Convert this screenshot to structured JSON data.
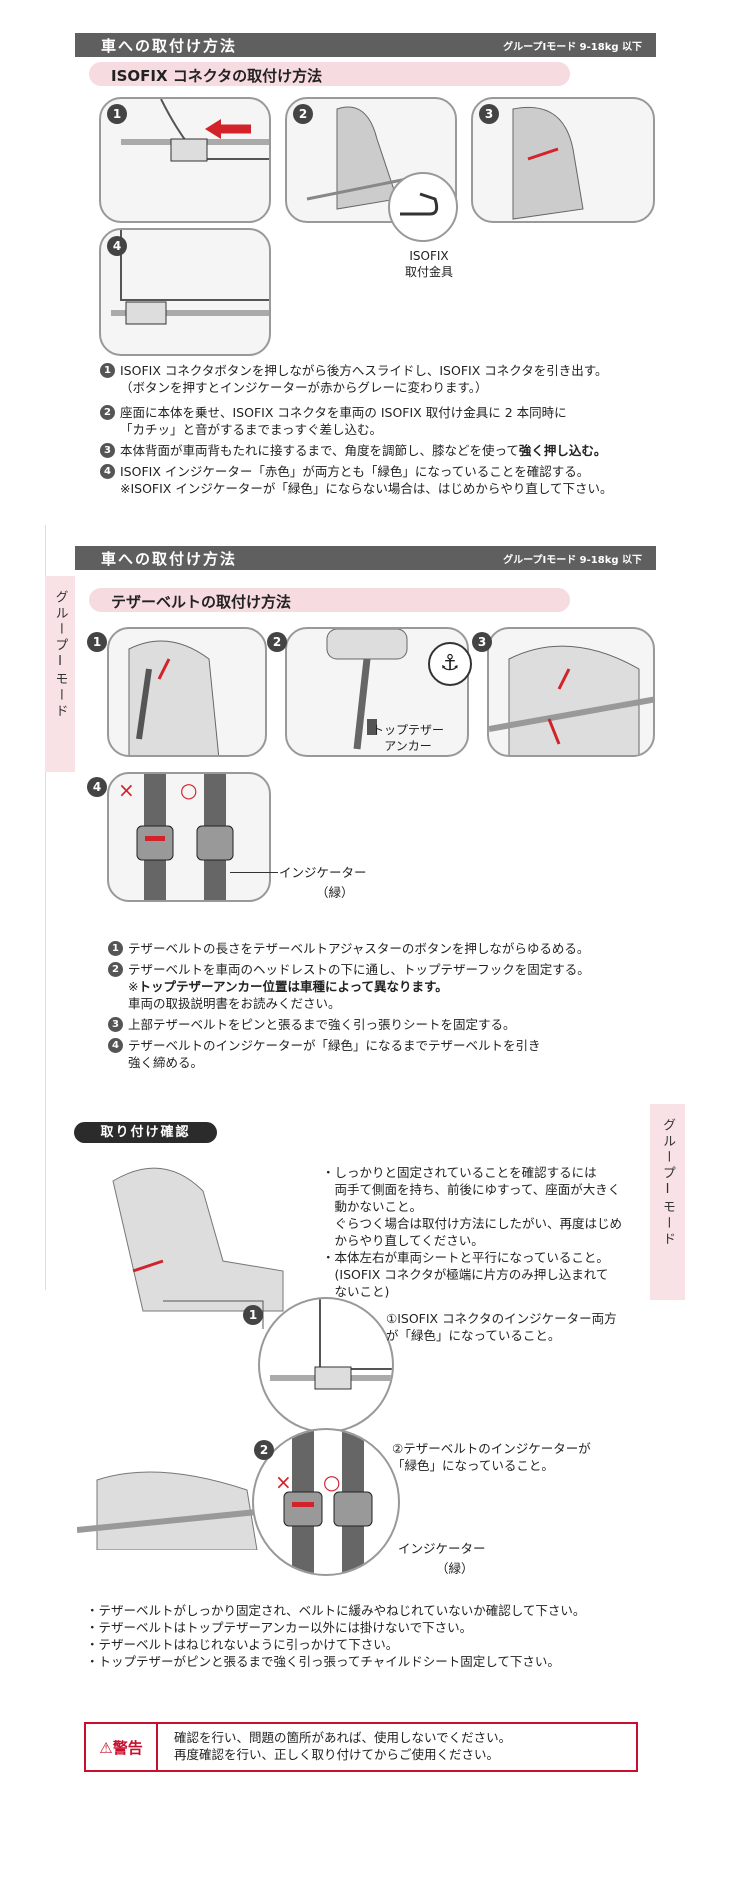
{
  "section1": {
    "title": "車への取付け方法",
    "subtitle": "グループⅠモード 9-18kg 以下",
    "pill": "ISOFIX コネクタの取付け方法",
    "nums": [
      "1",
      "2",
      "3",
      "4"
    ],
    "isofix_label_1": "ISOFIX",
    "isofix_label_2": "取付金具",
    "steps": [
      {
        "n": "1",
        "lines": [
          "ISOFIX コネクタボタンを押しながら後方へスライドし、ISOFIX コネクタを引き出す。",
          "（ボタンを押すとインジケーターが赤からグレーに変わります。）"
        ]
      },
      {
        "n": "2",
        "lines": [
          "座面に本体を乗せ、ISOFIX コネクタを車両の ISOFIX 取付け金具に 2 本同時に",
          "「カチッ」と音がするまでまっすぐ差し込む。"
        ]
      },
      {
        "n": "3",
        "text": "本体背面が車両背もたれに接するまで、角度を調節し、膝などを使って",
        "bold": "強く押し込む。"
      },
      {
        "n": "4",
        "lines": [
          "ISOFIX インジケーター「赤色」が両方とも「緑色」になっていることを確認する。",
          "※ISOFIX インジケーターが「緑色」にならない場合は、はじめからやり直して下さい。"
        ]
      }
    ]
  },
  "section2": {
    "title": "車への取付け方法",
    "subtitle": "グループⅠモード 9-18kg 以下",
    "pill": "テザーベルトの取付け方法",
    "side_tab": "グループⅠモード",
    "anchor_label_1": "トップテザー",
    "anchor_label_2": "アンカー",
    "indicator_label": "インジケーター",
    "indicator_color": "（緑）",
    "wrong": "×",
    "right": "○",
    "steps": [
      {
        "n": "1",
        "lines": [
          "テザーベルトの長さをテザーベルトアジャスターのボタンを押しながらゆるめる。"
        ]
      },
      {
        "n": "2",
        "lines": [
          "テザーベルトを車両のヘッドレストの下に通し、トップテザーフックを固定する。"
        ],
        "note_prefix": "※",
        "note_bold": "トップテザーアンカー位置は車種によって異なります。",
        "note2": "車両の取扱説明書をお読みください。"
      },
      {
        "n": "3",
        "lines": [
          "上部テザーベルトをピンと張るまで強く引っ張りシートを固定する。"
        ]
      },
      {
        "n": "4",
        "lines": [
          "テザーベルトのインジケーターが「緑色」になるまでテザーベルトを引き",
          "強く締める。"
        ]
      }
    ]
  },
  "check": {
    "pill": "取り付け確認",
    "side_tab": "グループⅠモード",
    "bullets": [
      "・しっかりと固定されていることを確認するには",
      "　両手て側面を持ち、前後にゆすって、座面が大きく",
      "　動かないこと。",
      "　ぐらつく場合は取付け方法にしたがい、再度はじめ",
      "　からやり直してください。",
      "・本体左右が車両シートと平行になっていること。",
      "　(ISOFIX コネクタが極端に片方のみ押し込まれて",
      "　ないこと)"
    ],
    "c1_num": "1",
    "c1_text": [
      "①ISOFIX コネクタのインジケーター両方",
      "が「緑色」になっていること。"
    ],
    "c2_num": "2",
    "c2_text": [
      "②テザーベルトのインジケーターが",
      "「緑色」になっていること。"
    ],
    "indicator_label": "インジケーター",
    "indicator_color": "（緑）",
    "wrong": "×",
    "right": "○",
    "notes": [
      "・テザーベルトがしっかり固定され、ベルトに緩みやねじれていないか確認して下さい。",
      "・テザーベルトはトップテザーアンカー以外には掛けないで下さい。",
      "・テザーベルトはねじれないように引っかけて下さい。",
      "・トップテザーがピンと張るまで強く引っ張ってチャイルドシート固定して下さい。"
    ]
  },
  "warning": {
    "icon": "warning-triangle-icon",
    "label": "⚠警告",
    "lines": [
      "確認を行い、問題の箇所があれば、使用しないでください。",
      "再度確認を行い、正しく取り付けてからご使用ください。"
    ]
  },
  "colors": {
    "accent": "#c8102e",
    "pink": "#f6dbe0",
    "header": "#5f5f5f"
  }
}
